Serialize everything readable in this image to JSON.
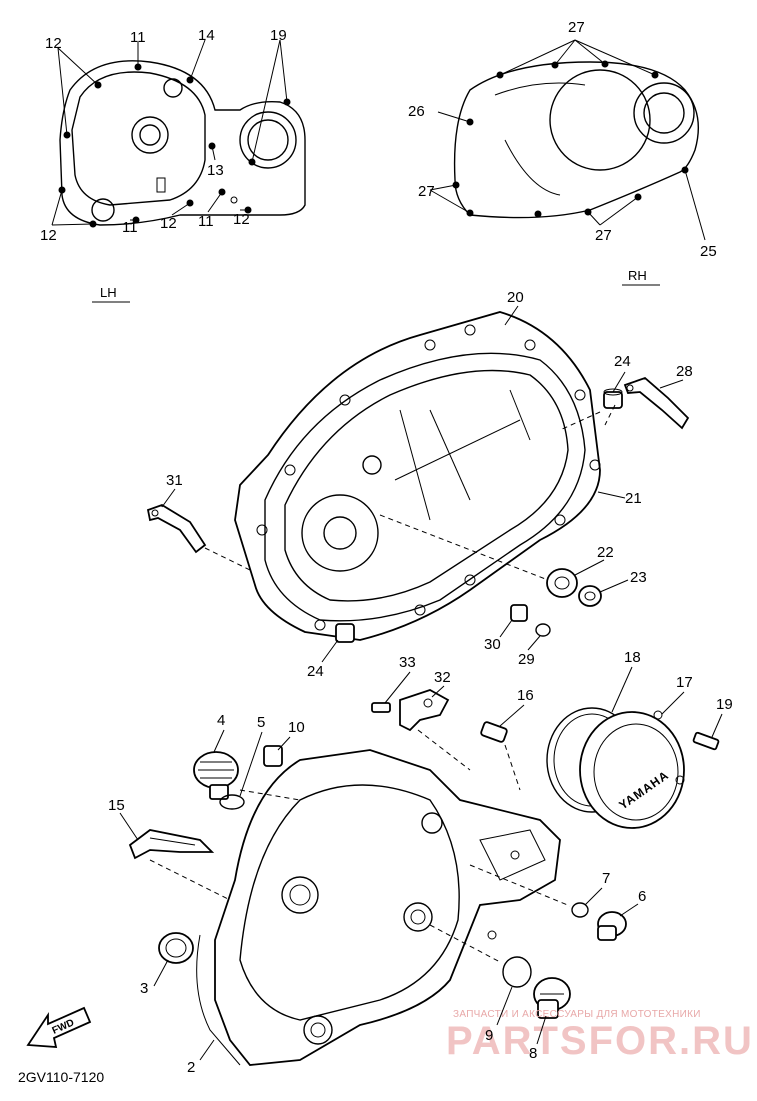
{
  "views": {
    "left": "LH",
    "right": "RH"
  },
  "callouts": {
    "c2": "2",
    "c3": "3",
    "c4": "4",
    "c5": "5",
    "c6": "6",
    "c7": "7",
    "c8": "8",
    "c9": "9",
    "c10": "10",
    "c11": "11",
    "c12": "12",
    "c13": "13",
    "c14": "14",
    "c15": "15",
    "c16": "16",
    "c17": "17",
    "c18": "18",
    "c19": "19",
    "c20": "20",
    "c21": "21",
    "c22": "22",
    "c23": "23",
    "c24": "24",
    "c25": "25",
    "c26": "26",
    "c27": "27",
    "c28": "28",
    "c29": "29",
    "c30": "30",
    "c31": "31",
    "c32": "32",
    "c33": "33"
  },
  "cover_brand": "YAMAHA",
  "direction_label": "FWD",
  "diagram_code": "2GV110-7120",
  "watermark": {
    "caption": "ЗАПЧАСТИ И АКСЕССУАРЫ ДЛЯ МОТОТЕХНИКИ",
    "site": "PARTSFOR.RU"
  }
}
